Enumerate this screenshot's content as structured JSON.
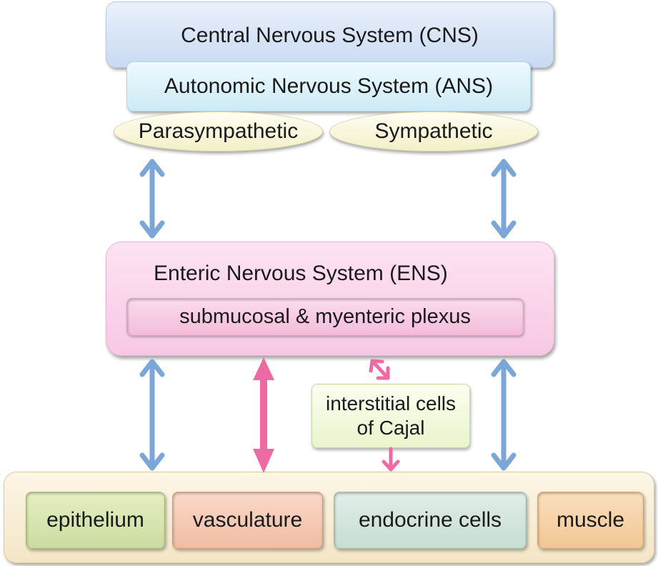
{
  "cns": {
    "label": "Central Nervous System (CNS)"
  },
  "ans": {
    "label": "Autonomic Nervous System (ANS)"
  },
  "branches": {
    "parasympathetic": "Parasympathetic",
    "sympathetic": "Sympathetic"
  },
  "ens": {
    "label": "Enteric Nervous System (ENS)",
    "plexus": "submucosal & myenteric plexus"
  },
  "icc": {
    "line1": "interstitial cells",
    "line2": "of Cajal"
  },
  "targets": {
    "epithelium": "epithelium",
    "vasculature": "vasculature",
    "endocrine": "endocrine cells",
    "muscle": "muscle"
  },
  "colors": {
    "blue_arrow": "#7aa6d8",
    "pink_arrow": "#ee6aa3"
  }
}
